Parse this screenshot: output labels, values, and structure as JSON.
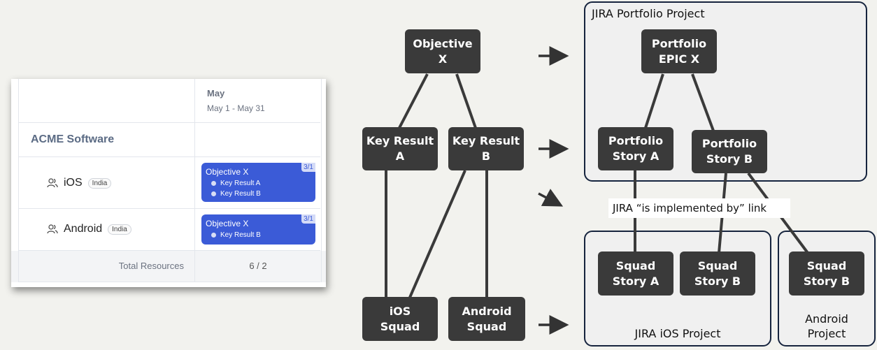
{
  "planner": {
    "month": "May",
    "range": "May 1 - May 31",
    "company": "ACME Software",
    "teams": [
      {
        "name": "iOS",
        "badge": "India",
        "card": {
          "title": "Objective X",
          "count": "3/1",
          "key_results": [
            "Key Result A",
            "Key Result B"
          ]
        }
      },
      {
        "name": "Android",
        "badge": "India",
        "card": {
          "title": "Objective X",
          "count": "3/1",
          "key_results": [
            "Key Result B"
          ]
        }
      }
    ],
    "total_label": "Total Resources",
    "total_value": "6 / 2"
  },
  "diagram": {
    "nodes": {
      "objective_x": "Objective\nX",
      "key_result_a": "Key Result\nA",
      "key_result_b": "Key Result\nB",
      "ios_squad": "iOS\nSquad",
      "android_squad": "Android\nSquad",
      "portfolio_epic_x": "Portfolio\nEPIC X",
      "portfolio_story_a": "Portfolio\nStory A",
      "portfolio_story_b": "Portfolio\nStory B",
      "squad_story_a": "Squad\nStory A",
      "squad_story_b_ios": "Squad\nStory B",
      "squad_story_b_android": "Squad\nStory B"
    },
    "projects": {
      "portfolio": "JIRA Portfolio Project",
      "ios": "JIRA iOS Project",
      "android": "Android\nProject"
    },
    "link_label": "JIRA “is implemented by” link"
  }
}
